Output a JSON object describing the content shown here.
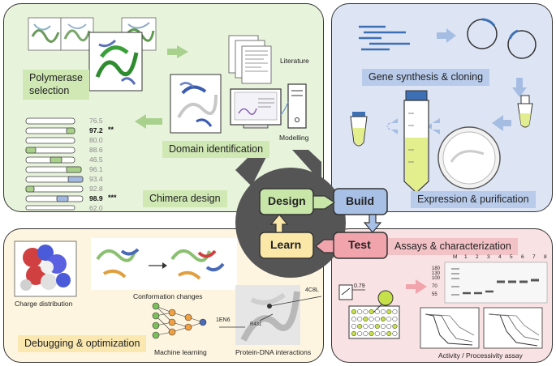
{
  "design": {
    "polymerase_selection": "Polymerase\nselection",
    "literature": "Literature",
    "domain_identification": "Domain identification",
    "modelling": "Modelling",
    "chimera_design": "Chimera design",
    "identities": [
      "76.5",
      "97.2",
      "80.0",
      "88.6",
      "46.5",
      "96.1",
      "93.4",
      "92.8",
      "98.9",
      "62.0"
    ],
    "stars": [
      "**",
      "***"
    ]
  },
  "build": {
    "gene_synthesis": "Gene synthesis & cloning",
    "expression": "Expression & purification"
  },
  "learn": {
    "charge_distribution": "Charge distribution",
    "conformation_changes": "Conformation changes",
    "debugging": "Debugging & optimization",
    "machine_learning": "Machine learning",
    "protein_dna": "Protein-DNA interactions",
    "pdb_1": "1EN6",
    "pdb_2": "4C8L",
    "residue": "R431"
  },
  "test": {
    "assays": "Assays & characterization",
    "activity": "Activity / Processivity assay",
    "value": "0.79",
    "gel_lanes": [
      "M",
      "1",
      "2",
      "3",
      "4",
      "5",
      "6",
      "7",
      "8"
    ],
    "gel_markers": [
      "180",
      "130",
      "100",
      "70",
      "55"
    ]
  },
  "cycle": {
    "design": "Design",
    "build": "Build",
    "learn": "Learn",
    "test": "Test"
  },
  "colors": {
    "design_bg": "#e6f2d8",
    "build_bg": "#dbe4f4",
    "learn_bg": "#fdf4dc",
    "test_bg": "#f9e1e3",
    "design_tag": "#cfe8b4",
    "build_tag": "#b8cbea",
    "learn_tag": "#fbe8b0",
    "test_tag": "#f3c2c6"
  }
}
